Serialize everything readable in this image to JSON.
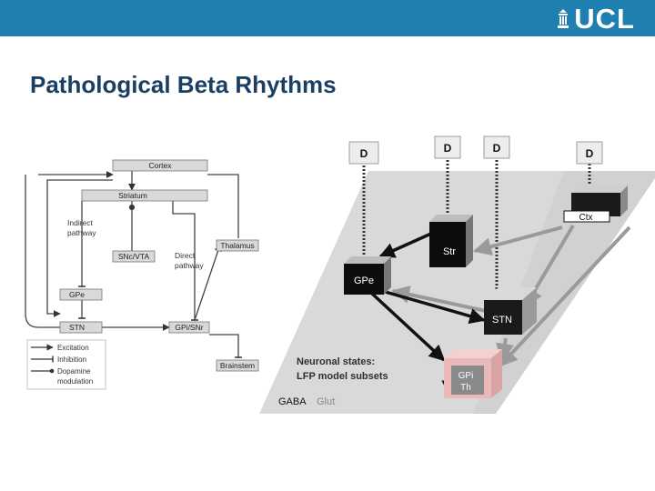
{
  "header": {
    "logo_text": "UCL"
  },
  "slide": {
    "title": "Pathological Beta Rhythms"
  },
  "circuit_diagram": {
    "boxes": {
      "cortex": "Cortex",
      "striatum": "Striatum",
      "snc_vta": "SNc/VTA",
      "thalamus": "Thalamus",
      "gpe": "GPe",
      "stn": "STN",
      "gpi_snr": "GPi/SNr",
      "brainstem": "Brainstem"
    },
    "labels": {
      "indirect_line1": "Indirect",
      "indirect_line2": "pathway",
      "direct_line1": "Direct",
      "direct_line2": "pathway"
    },
    "legend": {
      "excitation": "Excitation",
      "inhibition": "Inhibition",
      "dopamine_line1": "Dopamine",
      "dopamine_line2": "modulation"
    }
  },
  "model_diagram": {
    "d_labels": [
      "D",
      "D",
      "D",
      "D"
    ],
    "nodes": {
      "ctx": "Ctx",
      "str": "Str",
      "gpe": "GPe",
      "stn": "STN",
      "gpi_line1": "GPi",
      "gpi_line2": "Th"
    },
    "states_line1": "Neuronal states:",
    "states_line2": "LFP model subsets",
    "gaba": "GABA",
    "glut": "Glut",
    "colors": {
      "inhibitory": "#111111",
      "excitatory": "#9a9a9a",
      "gpi_box": "#e9b8b8",
      "plane": "#d9d9d9"
    }
  }
}
